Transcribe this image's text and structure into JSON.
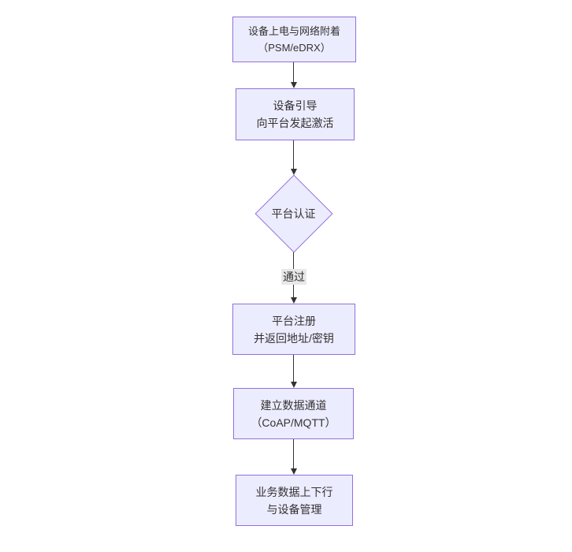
{
  "theme": {
    "canvas_bg": "#ffffff",
    "node_fill": "#ECECFF",
    "node_border": "#9370DB",
    "text_color": "#333333",
    "arrow_color": "#333333",
    "label_bg": "#e8e8e8"
  },
  "flowchart": {
    "nodes": [
      {
        "id": "power-network-attach",
        "shape": "rect",
        "lines": [
          "设备上电与网络附着",
          "（PSM/eDRX）"
        ]
      },
      {
        "id": "device-bootstrap",
        "shape": "rect",
        "lines": [
          "设备引导",
          "向平台发起激活"
        ]
      },
      {
        "id": "platform-auth",
        "shape": "diamond",
        "lines": [
          "平台认证"
        ]
      },
      {
        "id": "platform-register",
        "shape": "rect",
        "lines": [
          "平台注册",
          "并返回地址/密钥"
        ]
      },
      {
        "id": "data-channel",
        "shape": "rect",
        "lines": [
          "建立数据通道",
          "（CoAP/MQTT）"
        ]
      },
      {
        "id": "business-data",
        "shape": "rect",
        "lines": [
          "业务数据上下行",
          "与设备管理"
        ]
      }
    ],
    "edges": [
      {
        "from": "power-network-attach",
        "to": "device-bootstrap",
        "label": ""
      },
      {
        "from": "device-bootstrap",
        "to": "platform-auth",
        "label": ""
      },
      {
        "from": "platform-auth",
        "to": "platform-register",
        "label": "通过"
      },
      {
        "from": "platform-register",
        "to": "data-channel",
        "label": ""
      },
      {
        "from": "data-channel",
        "to": "business-data",
        "label": ""
      }
    ]
  }
}
